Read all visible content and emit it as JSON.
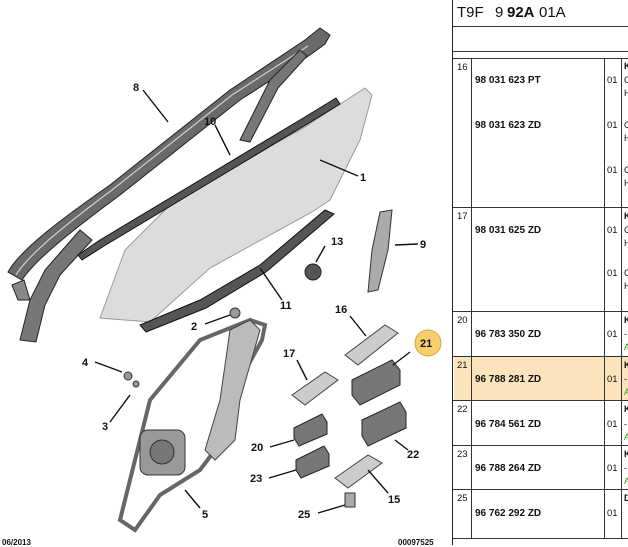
{
  "diagram": {
    "callouts": [
      "1",
      "2",
      "3",
      "4",
      "5",
      "8",
      "9",
      "10",
      "11",
      "13",
      "15",
      "16",
      "17",
      "20",
      "21",
      "22",
      "23",
      "25"
    ],
    "highlighted_callout": "21",
    "footer_left": "06/2013",
    "footer_right": "00097525"
  },
  "panel": {
    "header": {
      "part1": "T9F",
      "part2": "9",
      "part3": "92A",
      "part4": "01A"
    },
    "rows": [
      {
        "ref": "16",
        "entries": [
          {
            "pn": "98 031 623 PT",
            "qty": "01",
            "col": "K",
            "sub": [
              "C",
              "H"
            ]
          },
          {
            "pn": "98 031 623 ZD",
            "qty": "01",
            "col": "",
            "sub": [
              "C",
              "H"
            ]
          },
          {
            "pn": "",
            "qty": "01",
            "col": "",
            "sub": [
              "C",
              "H"
            ]
          }
        ]
      },
      {
        "ref": "17",
        "entries": [
          {
            "pn": "98 031 625 ZD",
            "qty": "01",
            "col": "K",
            "sub": [
              "C",
              "H"
            ]
          },
          {
            "pn": "",
            "qty": "01",
            "col": "",
            "sub": [
              "C",
              "H"
            ]
          }
        ]
      },
      {
        "ref": "20",
        "entries": [
          {
            "pn": "96 783 350 ZD",
            "qty": "01",
            "col": "K",
            "sub": [
              "-",
              "A"
            ]
          }
        ]
      },
      {
        "ref": "21",
        "entries": [
          {
            "pn": "96 788 281 ZD",
            "qty": "01",
            "col": "K",
            "sub": [
              "-",
              "A"
            ]
          }
        ]
      },
      {
        "ref": "22",
        "entries": [
          {
            "pn": "96 784 561 ZD",
            "qty": "01",
            "col": "K",
            "sub": [
              "-",
              "A"
            ]
          }
        ]
      },
      {
        "ref": "23",
        "entries": [
          {
            "pn": "96 788 264 ZD",
            "qty": "01",
            "col": "K",
            "sub": [
              "-",
              "A"
            ]
          }
        ]
      },
      {
        "ref": "25",
        "entries": [
          {
            "pn": "96 762 292 ZD",
            "qty": "01",
            "col": "D",
            "sub": []
          }
        ]
      }
    ],
    "highlight_color": "#fbe3bc",
    "accent_green": "#3c9a1f"
  }
}
